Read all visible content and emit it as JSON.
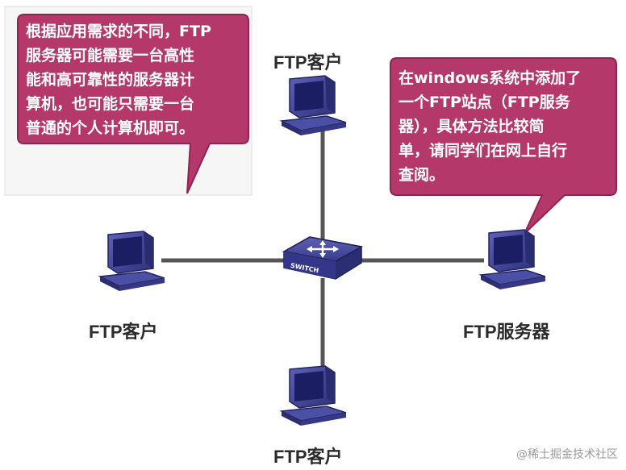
{
  "nodes": {
    "top_client": "FTP客户",
    "left_client": "FTP客户",
    "bottom_client": "FTP客户",
    "server": "FTP服务器",
    "switch": "SWITCH"
  },
  "callout_left": {
    "lines": [
      "根据应用需求的不同，FTP",
      "服务器可能需要一台高性",
      "能和高可靠性的服务器计",
      "算机，也可能只需要一台",
      "普通的个人计算机即可。"
    ]
  },
  "callout_right": {
    "lines": [
      "在windows系统中添加了",
      "一个FTP站点（FTP服务",
      "器），具体方法比较简",
      "单，请同学们在网上自行",
      "查阅。"
    ]
  },
  "watermark": "@稀土掘金技术社区",
  "colors": {
    "bubble": "#b5386a",
    "bubble_border": "#8e2450",
    "line": "#555555",
    "pc_body": "#3d3f8f",
    "pc_screen": "#1f2170",
    "switch": "#3a3c8a"
  },
  "icons": [
    "computer-icon",
    "switch-icon"
  ]
}
